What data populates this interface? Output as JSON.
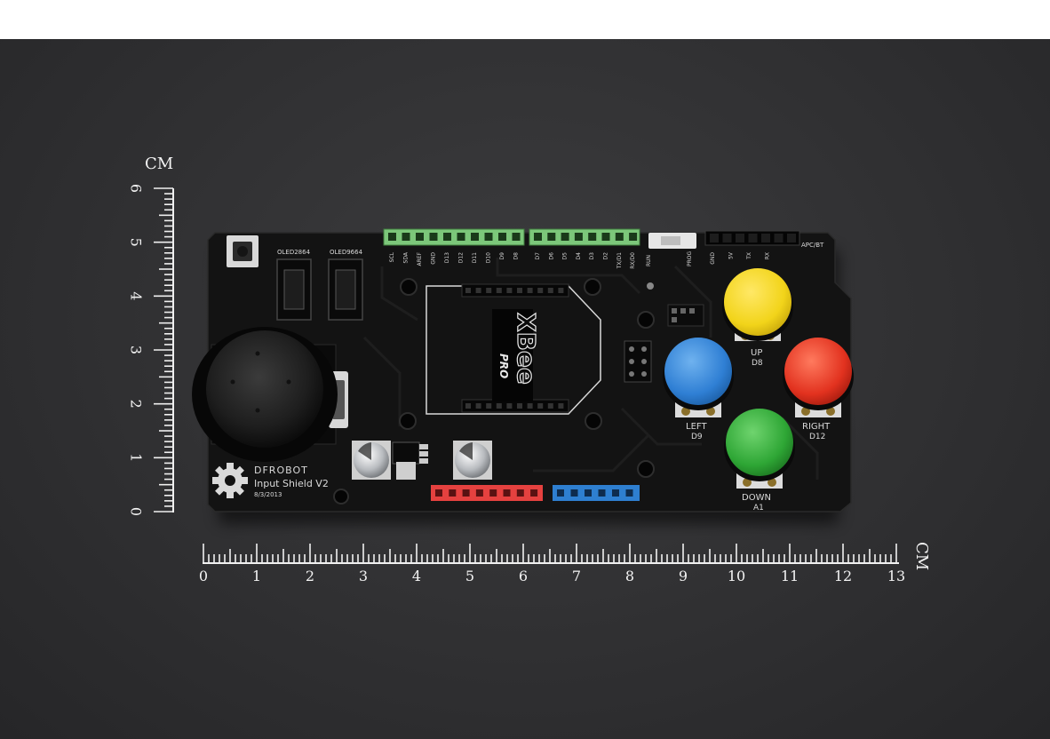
{
  "photo": {
    "background_color": "#323234",
    "board_color": "#121212"
  },
  "vertical_ruler": {
    "unit": "CM",
    "labels": [
      "0",
      "1",
      "2",
      "3",
      "4",
      "5",
      "6"
    ]
  },
  "horizontal_ruler": {
    "unit": "CM",
    "labels": [
      "0",
      "1",
      "2",
      "3",
      "4",
      "5",
      "6",
      "7",
      "8",
      "9",
      "10",
      "11",
      "12",
      "13"
    ]
  },
  "board": {
    "brand": "DFROBOT",
    "name": "Input Shield V2",
    "date": "8/3/2013",
    "oled_labels": [
      "OLED2864",
      "OLED9664"
    ],
    "header_label": "APC/BT",
    "xbee_label": "XBee",
    "xbee_pro_label": "PRO",
    "switch_labels": [
      "RUN",
      "PROG"
    ],
    "top_pin_labels_left": [
      "SCL",
      "SDA",
      "AREF",
      "GND",
      "D13",
      "D12",
      "D11",
      "D10",
      "D9",
      "D8"
    ],
    "top_pin_labels_mid": [
      "D7",
      "D6",
      "D5",
      "D4",
      "D3",
      "D2",
      "TX/D1",
      "RX/D0"
    ],
    "top_pin_labels_right": [
      "GND",
      "5V",
      "TX",
      "RX"
    ],
    "buttons": [
      {
        "name": "up",
        "label": "UP",
        "pin": "D8",
        "color": "#f2d41a"
      },
      {
        "name": "left",
        "label": "LEFT",
        "pin": "D9",
        "color": "#2f7fd4"
      },
      {
        "name": "right",
        "label": "RIGHT",
        "pin": "D12",
        "color": "#e2321f"
      },
      {
        "name": "down",
        "label": "DOWN",
        "pin": "A1",
        "color": "#2ea635"
      }
    ],
    "header_colors": {
      "green": "#7cc77a",
      "red": "#e5413f",
      "blue": "#2e7fd0"
    }
  }
}
